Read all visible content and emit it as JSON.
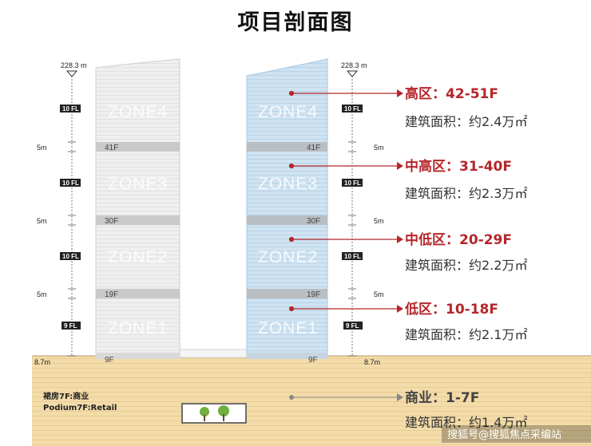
{
  "title": "项目剖面图",
  "heights": {
    "top_left": "228.3 m",
    "top_right": "228.3 m",
    "base": "8.7m"
  },
  "zones": [
    {
      "name": "ZONE4",
      "span": "10 FL",
      "head": "高区：42-51F",
      "area": "建筑面积：约2.4万㎡"
    },
    {
      "name": "ZONE3",
      "span": "10 FL",
      "head": "中高区：31-40F",
      "area": "建筑面积：约2.3万㎡"
    },
    {
      "name": "ZONE2",
      "span": "10 FL",
      "head": "中低区：20-29F",
      "area": "建筑面积：约2.2万㎡"
    },
    {
      "name": "ZONE1",
      "span": "9 FL",
      "head": "低区：10-18F",
      "area": "建筑面积：约2.1万㎡"
    }
  ],
  "refuge_floors": [
    "41F",
    "30F",
    "19F"
  ],
  "refuge_height": "5m",
  "base_floor": "9F",
  "podium": {
    "line1": "裙房7F:商业",
    "line2": "Podium7F:Retail",
    "head": "商业：1-7F",
    "area": "建筑面积：约1.4万㎡"
  },
  "watermark": "搜狐号@搜狐焦点采编站",
  "colors": {
    "accent": "#b5262a",
    "tower_right": "#cfe3f2",
    "tower_left": "#ececec",
    "podium": "#f3dcaa"
  }
}
